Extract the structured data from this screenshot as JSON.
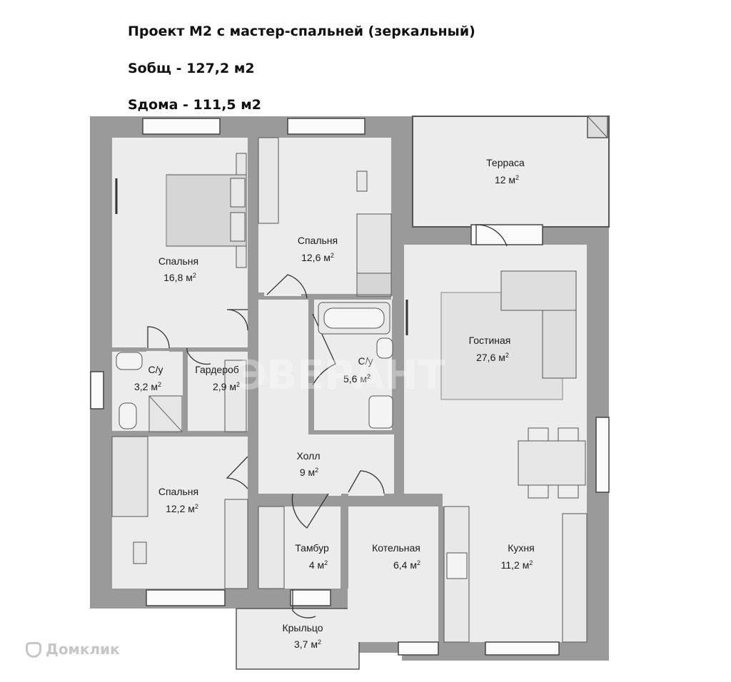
{
  "header": {
    "title": "Проект М2 с мастер-спальней (зеркальный)",
    "total_area": "Sобщ - 127,2 м2",
    "house_area": "Sдома - 111,5 м2"
  },
  "rooms": {
    "bedroom_master": {
      "name": "Спальня",
      "area": "16,8 м"
    },
    "bedroom_middle": {
      "name": "Спальня",
      "area": "12,6 м"
    },
    "terrace": {
      "name": "Терраса",
      "area": "12 м"
    },
    "bathroom_left": {
      "name": "С/у",
      "area": "3,2 м"
    },
    "wardrobe": {
      "name": "Гардероб",
      "area": "2,9 м"
    },
    "bathroom_mid": {
      "name": "С/у",
      "area": "5,6 м"
    },
    "living": {
      "name": "Гостиная",
      "area": "27,6 м"
    },
    "bedroom_low": {
      "name": "Спальня",
      "area": "12,2 м"
    },
    "hall": {
      "name": "Холл",
      "area": "9 м"
    },
    "vestibule": {
      "name": "Тамбур",
      "area": "4 м"
    },
    "boiler": {
      "name": "Котельная",
      "area": "6,4 м"
    },
    "kitchen": {
      "name": "Кухня",
      "area": "11,2 м"
    },
    "porch": {
      "name": "Крыльцо",
      "area": "3,7 м"
    }
  },
  "sup": "2",
  "watermark": "ЭВЕРАНТ",
  "brand": "Домклик"
}
